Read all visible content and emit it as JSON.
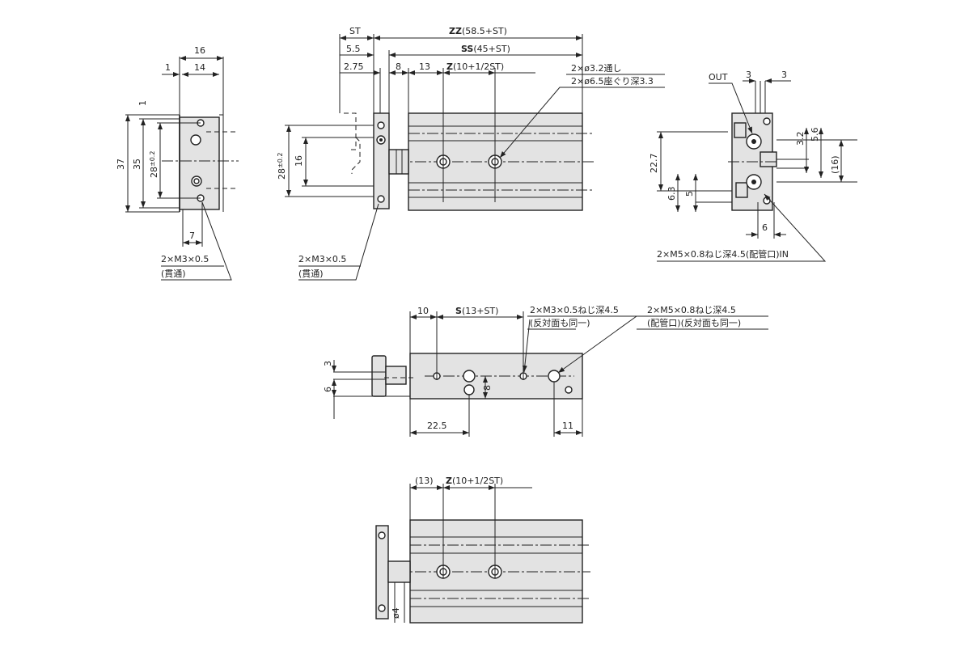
{
  "end_view_left": {
    "dim_16": "16",
    "dim_14": "14",
    "dim_1_h": "1",
    "dim_1_v": "1",
    "dim_37": "37",
    "dim_35": "35",
    "dim_28": "28",
    "dim_28_tol": "±0.2",
    "dim_7": "7",
    "note_thread": "2×M3×0.5",
    "note_through": "(貫通)"
  },
  "side_view": {
    "dim_st": "ST",
    "dim_zz_bold": "ZZ",
    "dim_zz_rest": "(58.5+ST)",
    "dim_5_5": "5.5",
    "dim_ss_bold": "SS",
    "dim_ss_rest": "(45+ST)",
    "dim_2_75": "2.75",
    "dim_8": "8",
    "dim_13": "13",
    "dim_z_bold": "Z",
    "dim_z_rest": "(10+1/2ST)",
    "dim_28": "28",
    "dim_28_tol": "±0.2",
    "dim_16": "16",
    "note_hole_1": "2×ø3.2通し",
    "note_hole_2": "2×ø6.5座ぐり深3.3",
    "note_thread": "2×M3×0.5",
    "note_through": "(貫通)"
  },
  "end_view_right": {
    "label_out": "OUT",
    "dim_3a": "3",
    "dim_3b": "3",
    "dim_22_7": "22.7",
    "dim_6_3": "6.3",
    "dim_5": "5",
    "dim_3_2": "3.2",
    "dim_5_6": "5.6",
    "dim_16": "(16)",
    "dim_6": "6",
    "note_port": "2×M5×0.8ねじ深4.5(配管口)IN"
  },
  "top_view": {
    "dim_10": "10",
    "dim_s_bold": "S",
    "dim_s_rest": "(13+ST)",
    "note_m3_1": "2×M3×0.5ねじ深4.5",
    "note_m3_2": "(反対面も同一)",
    "note_m5_1": "2×M5×0.8ねじ深4.5",
    "note_m5_2": "(配管口)(反対面も同一)",
    "dim_3": "3",
    "dim_6": "6",
    "dim_8": "8",
    "dim_22_5": "22.5",
    "dim_11": "11"
  },
  "bottom_view": {
    "dim_13": "(13)",
    "dim_z_bold": "Z",
    "dim_z_rest": "(10+1/2ST)",
    "dim_phi4": "ø4"
  }
}
